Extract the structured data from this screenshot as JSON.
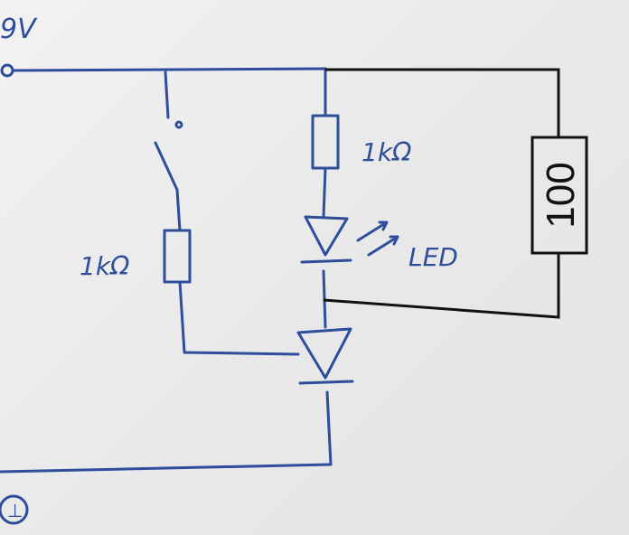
{
  "labels": {
    "supply": "9V",
    "r_switch": "1kΩ",
    "r_led": "1kΩ",
    "led": "LED",
    "r_added": "100",
    "ground": "⊥"
  },
  "colors": {
    "ink": "#2e4d9a",
    "added_lines": "#111111",
    "paper": "#ececec"
  }
}
